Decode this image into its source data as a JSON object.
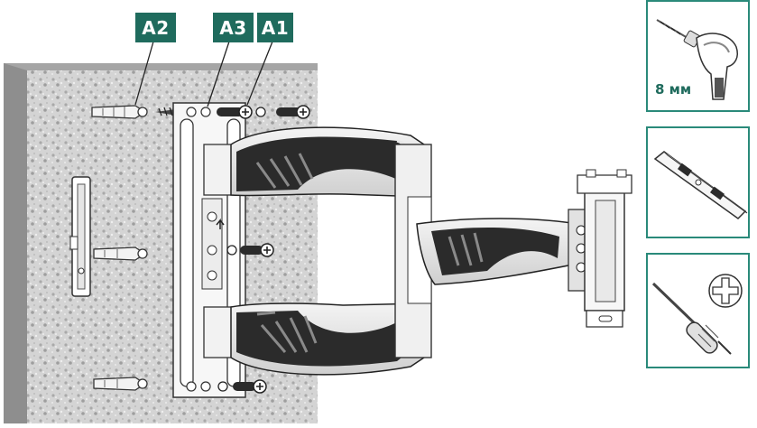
{
  "labels": {
    "a1": "A1",
    "a2": "A2",
    "a3": "A3"
  },
  "tools": {
    "drill": {
      "icon": "drill-icon",
      "size_label": "8 мм"
    },
    "level": {
      "icon": "spirit-level-icon"
    },
    "screwdriver": {
      "icon": "phillips-screwdriver-icon",
      "head_icon": "phillips-cross-icon"
    }
  },
  "colors": {
    "accent": "#1f6b5d",
    "panel_border": "#2a8a7a",
    "wall": "#d6d6d6",
    "wall_edge": "#8e8e8e",
    "arm_dark": "#2b2b2b"
  }
}
